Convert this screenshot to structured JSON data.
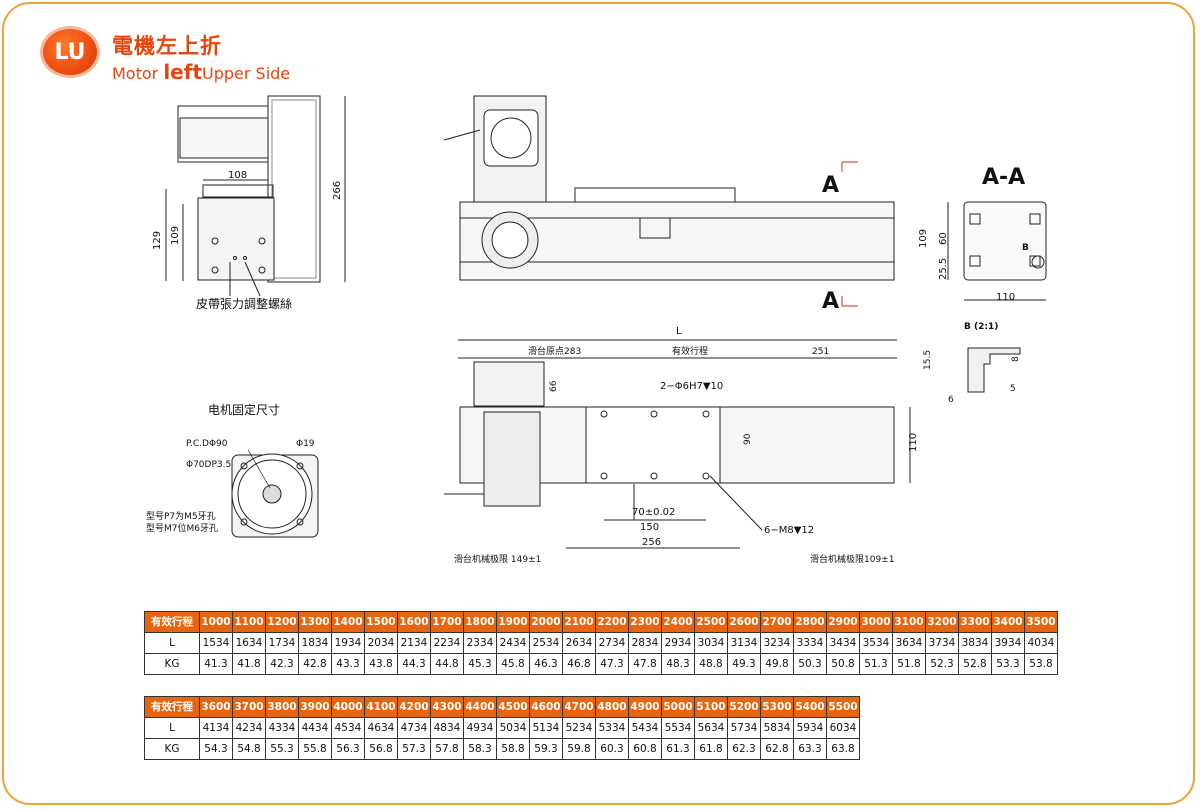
{
  "header": {
    "badge": "LU",
    "title_cn": "電機左上折",
    "title_en_a": "Motor ",
    "title_en_b": "left",
    "title_en_c": "Upper Side"
  },
  "side_view": {
    "dim_width": "108",
    "dim_height_1": "129",
    "dim_height_2": "109",
    "dim_total": "266",
    "callout": "皮帶張力調整螺絲"
  },
  "motor_flange": {
    "title": "电机固定尺寸",
    "pcd": "P.C.DΦ90",
    "phi19": "Φ19",
    "phi70": "Φ70DP3.5",
    "note1": "型号P7为M5牙孔",
    "note2": "型号M7位M6牙孔"
  },
  "top_view": {
    "section_mark": "A",
    "section_title": "A-A"
  },
  "section": {
    "dim_109": "109",
    "dim_60": "60",
    "dim_255": "25.5",
    "dim_110": "110",
    "b_label": "B"
  },
  "detail_b": {
    "title": "B (2:1)",
    "d155": "15.5",
    "d8": "8",
    "d5": "5",
    "d6": "6"
  },
  "front_view": {
    "dim_L": "L",
    "origin": "滑台原点283",
    "stroke": "有效行程",
    "dim_251": "251",
    "dim_66": "66",
    "holes": "2−Φ6H7▼10",
    "dim_90": "90",
    "dim_110": "110",
    "tol": "70±0.02",
    "dim_150": "150",
    "dim_256": "256",
    "screws": "6−M8▼12",
    "limit_left": "滑台机械极限 149±1",
    "limit_right": "滑台机械极限109±1"
  },
  "table1": {
    "header_label": "有效行程",
    "strokes": [
      "1000",
      "1100",
      "1200",
      "1300",
      "1400",
      "1500",
      "1600",
      "1700",
      "1800",
      "1900",
      "2000",
      "2100",
      "2200",
      "2300",
      "2400",
      "2500",
      "2600",
      "2700",
      "2800",
      "2900",
      "3000",
      "3100",
      "3200",
      "3300",
      "3400",
      "3500"
    ],
    "L_label": "L",
    "L": [
      "1534",
      "1634",
      "1734",
      "1834",
      "1934",
      "2034",
      "2134",
      "2234",
      "2334",
      "2434",
      "2534",
      "2634",
      "2734",
      "2834",
      "2934",
      "3034",
      "3134",
      "3234",
      "3334",
      "3434",
      "3534",
      "3634",
      "3734",
      "3834",
      "3934",
      "4034"
    ],
    "KG_label": "KG",
    "KG": [
      "41.3",
      "41.8",
      "42.3",
      "42.8",
      "43.3",
      "43.8",
      "44.3",
      "44.8",
      "45.3",
      "45.8",
      "46.3",
      "46.8",
      "47.3",
      "47.8",
      "48.3",
      "48.8",
      "49.3",
      "49.8",
      "50.3",
      "50.8",
      "51.3",
      "51.8",
      "52.3",
      "52.8",
      "53.3",
      "53.8"
    ]
  },
  "table2": {
    "header_label": "有效行程",
    "strokes": [
      "3600",
      "3700",
      "3800",
      "3900",
      "4000",
      "4100",
      "4200",
      "4300",
      "4400",
      "4500",
      "4600",
      "4700",
      "4800",
      "4900",
      "5000",
      "5100",
      "5200",
      "5300",
      "5400",
      "5500"
    ],
    "L_label": "L",
    "L": [
      "4134",
      "4234",
      "4334",
      "4434",
      "4534",
      "4634",
      "4734",
      "4834",
      "4934",
      "5034",
      "5134",
      "5234",
      "5334",
      "5434",
      "5534",
      "5634",
      "5734",
      "5834",
      "5934",
      "6034"
    ],
    "KG_label": "KG",
    "KG": [
      "54.3",
      "54.8",
      "55.3",
      "55.8",
      "56.3",
      "56.8",
      "57.3",
      "57.8",
      "58.3",
      "58.8",
      "59.3",
      "59.8",
      "60.3",
      "60.8",
      "61.3",
      "61.8",
      "62.3",
      "62.8",
      "63.3",
      "63.8"
    ]
  },
  "colors": {
    "frame": "#f0a23a",
    "accent": "#e8450c",
    "table_header": "#e8650f",
    "section_red": "#e0201a"
  }
}
